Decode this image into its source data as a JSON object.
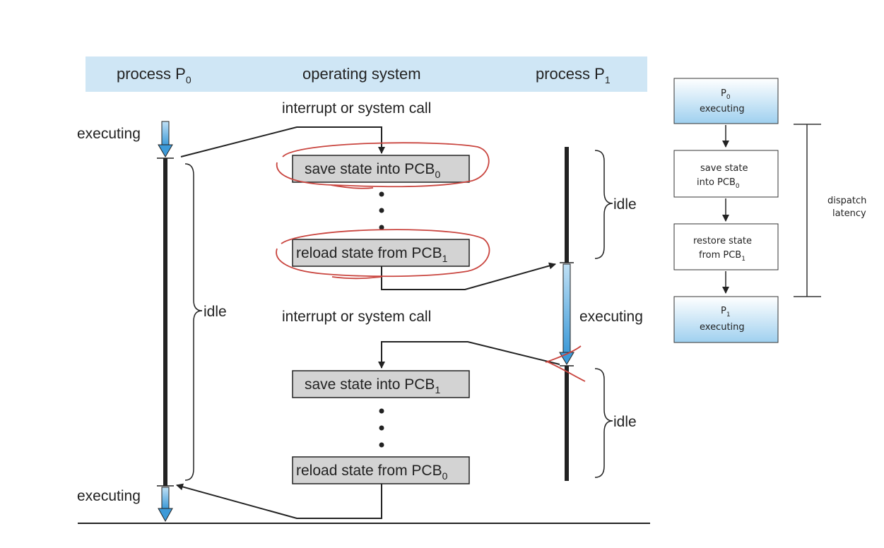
{
  "main_diagram": {
    "header": {
      "process_p0": {
        "text": "process P",
        "sub": "0"
      },
      "operating_system": "operating system",
      "process_p1": {
        "text": "process P",
        "sub": "1"
      }
    },
    "interrupt_label_top": "interrupt or system call",
    "interrupt_label_mid": "interrupt or system call",
    "p0_executing_top": "executing",
    "p0_executing_bottom": "executing",
    "p0_idle": "idle",
    "p1_idle_top": "idle",
    "p1_executing": "executing",
    "p1_idle_bottom": "idle",
    "boxes": [
      {
        "text": "save state into PCB",
        "sub": "0"
      },
      {
        "text": "reload state from PCB",
        "sub": "1"
      },
      {
        "text": "save state into PCB",
        "sub": "1"
      },
      {
        "text": "reload state from PCB",
        "sub": "0"
      }
    ]
  },
  "side_diagram": {
    "p0_box": {
      "line1": "P",
      "sub": "0",
      "line2": "executing"
    },
    "save_box": {
      "line1": "save state",
      "line2": "into PCB",
      "sub": "0"
    },
    "restore_box": {
      "line1": "restore state",
      "line2": "from PCB",
      "sub": "1"
    },
    "p1_box": {
      "line1": "P",
      "sub": "1",
      "line2": "executing"
    },
    "dispatch_label": {
      "line1": "dispatch",
      "line2": "latency"
    }
  },
  "colors": {
    "header_band": "#cfe6f5",
    "box_fill": "#d3d3d3",
    "arrow_blue": "#5aaee0",
    "annotation_red": "#c9453f"
  }
}
